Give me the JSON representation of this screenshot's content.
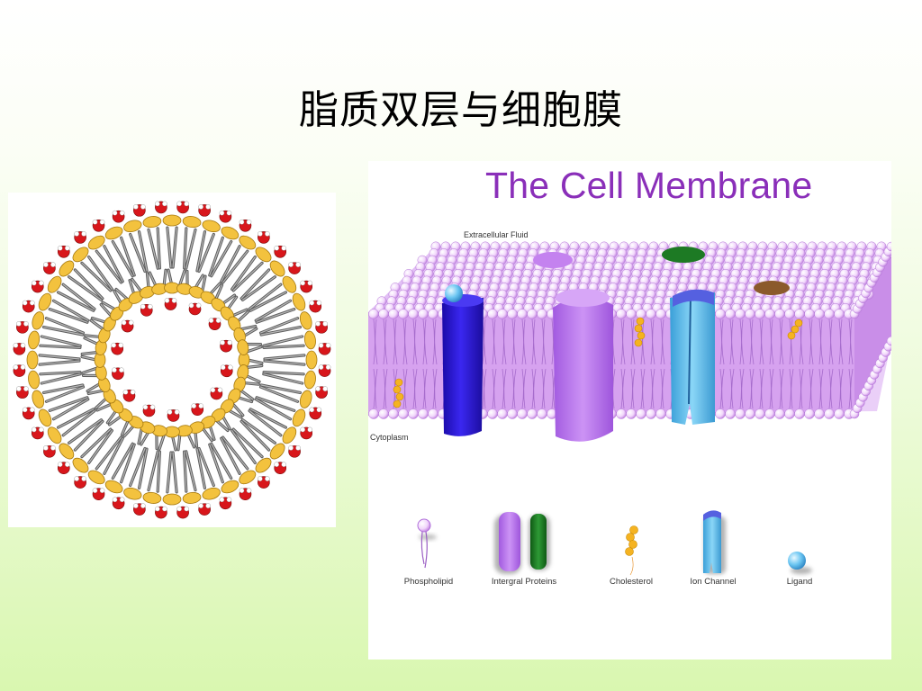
{
  "slide": {
    "title": "脂质双层与细胞膜"
  },
  "membrane": {
    "title": "The Cell Membrane",
    "extracellular_label": "Extracellular Fluid",
    "cytoplasm_label": "Cytoplasm"
  },
  "legend": {
    "phospholipid": "Phospholipid",
    "integral_proteins": "Intergral Proteins",
    "cholesterol": "Cholesterol",
    "ion_channel": "Ion Channel",
    "ligand": "Ligand"
  },
  "colors": {
    "head_yellow": "#f3c23e",
    "head_red": "#d8161b",
    "tail_gray": "#7a7a7a",
    "title_purple": "#8a2fb9",
    "membrane_violet": "#d9a8f2",
    "protein_blue": "#2a17d6",
    "protein_purple": "#be7cf0",
    "channel_cyan": "#69c3ee",
    "protein_green": "#1d7a24",
    "ligand_blue": "#58bff0"
  }
}
